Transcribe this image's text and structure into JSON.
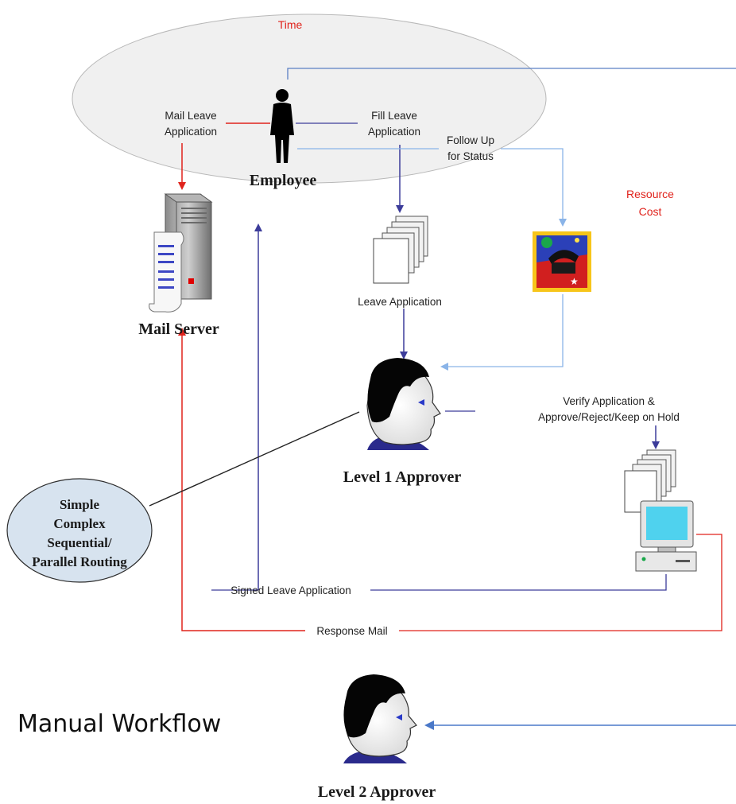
{
  "labels": {
    "time": "Time",
    "resource_cost_line1": "Resource",
    "resource_cost_line2": "Cost",
    "employee": "Employee",
    "mail_server": "Mail Server",
    "level1_approver": "Level 1 Approver",
    "level2_approver": "Level 2 Approver",
    "mail_leave_line1": "Mail Leave",
    "mail_leave_line2": "Application",
    "fill_leave_line1": "Fill Leave",
    "fill_leave_line2": "Application",
    "follow_up_line1": "Follow Up",
    "follow_up_line2": "for Status",
    "leave_application": "Leave Application",
    "verify_line1": "Verify Application &",
    "verify_line2": "Approve/Reject/Keep on Hold",
    "signed_leave_application": "Signed Leave Application",
    "response_mail": "Response Mail",
    "routing_line1": "Simple",
    "routing_line2": "Complex",
    "routing_line3": "Sequential/",
    "routing_line4": "Parallel Routing",
    "manual_workflow": "Manual Workflow"
  },
  "colors": {
    "red_flow": "#e0231c",
    "blue_flow": "#3c3c9a",
    "light_blue_flow": "#8ab4e8",
    "oval_fill": "#f0f0f0",
    "routing_oval_fill": "#d7e3ef"
  },
  "icons": {
    "employee": "person-silhouette-icon",
    "mail_server": "server-icon",
    "documents": "document-stack-icon",
    "telephone": "telephone-stamp-icon",
    "approver": "face-profile-icon",
    "computer": "computer-icon"
  }
}
